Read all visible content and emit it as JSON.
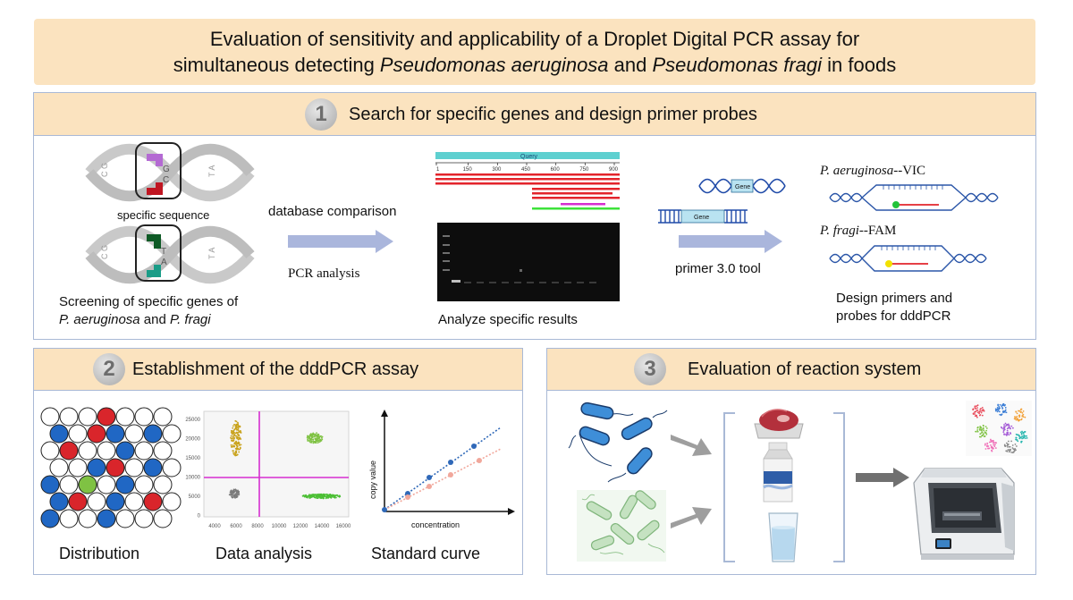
{
  "title": {
    "line1": "Evaluation of sensitivity and applicability of a Droplet Digital PCR assay for",
    "line2_pre": "simultaneous detecting ",
    "line2_species1": "Pseudomonas aeruginosa",
    "line2_mid": " and ",
    "line2_species2": "Pseudomonas fragi",
    "line2_post": " in foods"
  },
  "section1": {
    "number": "1",
    "heading": "Search for specific genes and design primer probes",
    "specific_sequence": "specific sequence",
    "screening_line1": "Screening of specific genes of",
    "screening_sp1": "P. aeruginosa",
    "screening_and": " and ",
    "screening_sp2": "P. fragi",
    "database_comparison": "database comparison",
    "pcr_analysis": "PCR analysis",
    "query_label": "Query",
    "query_ticks": [
      "1",
      "150",
      "300",
      "450",
      "600",
      "750",
      "900"
    ],
    "analyze_results": "Analyze specific results",
    "gene_label_1": "Gene",
    "gene_label_2": "Gene",
    "primer_tool": "primer 3.0 tool",
    "probe1_species": "P. aeruginosa",
    "probe1_dye": "--VIC",
    "probe2_species": "P. fragi",
    "probe2_dye": "--FAM",
    "design_line1": "Design primers and",
    "design_line2": "probes for dddPCR",
    "dna_letters": {
      "left": "C G",
      "mid_top": "G",
      "mid_bottom": "C",
      "right": "T A",
      "mid2_top": "T",
      "mid2_bottom": "A"
    }
  },
  "section2": {
    "number": "2",
    "heading": "Establishment of the dddPCR assay",
    "distribution": "Distribution",
    "data_analysis": "Data analysis",
    "standard_curve": "Standard curve",
    "scatter_yticks": [
      "25000",
      "20000",
      "15000",
      "10000",
      "5000",
      "0"
    ],
    "scatter_xticks": [
      "4000",
      "6000",
      "8000",
      "10000",
      "12000",
      "14000",
      "16000"
    ],
    "curve_ylabel": "copy value",
    "curve_xlabel": "concentration"
  },
  "section3": {
    "number": "3",
    "heading": "Evaluation of reaction system"
  },
  "colors": {
    "title_bg": "#fbe3bf",
    "panel_border": "#a9b9d6",
    "arrow": "#aab6dc",
    "droplet_red": "#d9252b",
    "droplet_blue": "#2067c4",
    "droplet_green": "#7fc243",
    "vic_green": "#22c33a",
    "fam_yellow": "#f2e100",
    "magenta": "#d62fd0",
    "blast_red": "#e3242b"
  }
}
